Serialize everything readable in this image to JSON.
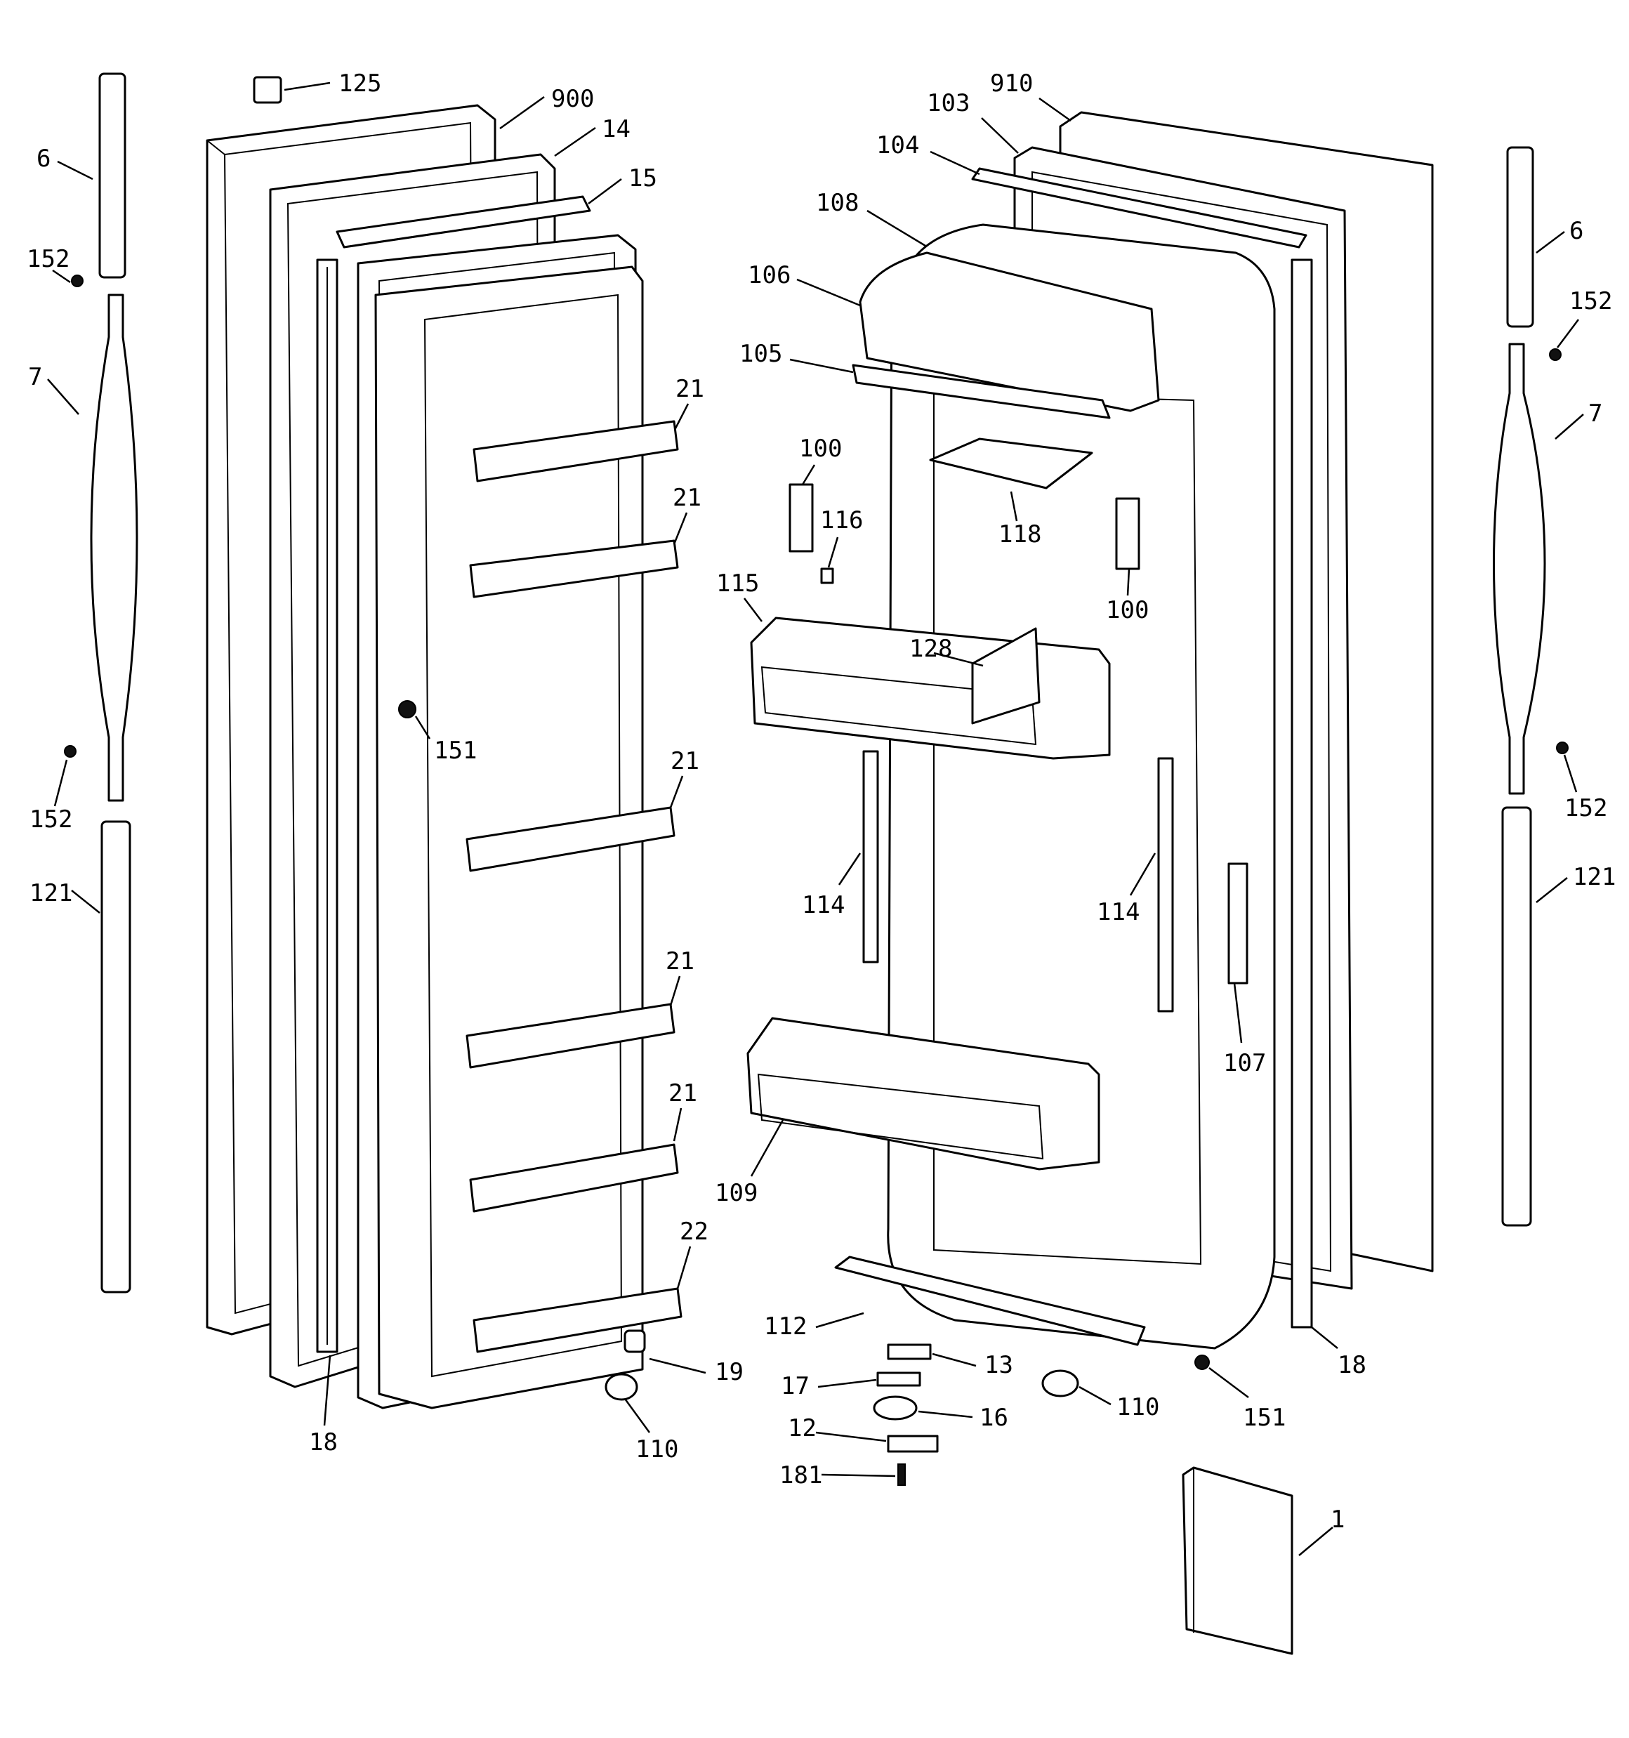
{
  "callouts": [
    {
      "id": "125",
      "label": "125"
    },
    {
      "id": "900",
      "label": "900"
    },
    {
      "id": "14",
      "label": "14"
    },
    {
      "id": "15",
      "label": "15"
    },
    {
      "id": "6-left",
      "label": "6"
    },
    {
      "id": "152-left-top",
      "label": "152"
    },
    {
      "id": "7-left",
      "label": "7"
    },
    {
      "id": "21-1",
      "label": "21"
    },
    {
      "id": "21-2",
      "label": "21"
    },
    {
      "id": "151-left",
      "label": "151"
    },
    {
      "id": "21-3",
      "label": "21"
    },
    {
      "id": "152-left-bottom",
      "label": "152"
    },
    {
      "id": "121-left",
      "label": "121"
    },
    {
      "id": "21-4",
      "label": "21"
    },
    {
      "id": "21-5",
      "label": "21"
    },
    {
      "id": "22",
      "label": "22"
    },
    {
      "id": "19",
      "label": "19"
    },
    {
      "id": "18-left",
      "label": "18"
    },
    {
      "id": "110-left",
      "label": "110"
    },
    {
      "id": "910",
      "label": "910"
    },
    {
      "id": "103",
      "label": "103"
    },
    {
      "id": "104",
      "label": "104"
    },
    {
      "id": "108",
      "label": "108"
    },
    {
      "id": "106",
      "label": "106"
    },
    {
      "id": "105",
      "label": "105"
    },
    {
      "id": "100-left",
      "label": "100"
    },
    {
      "id": "116",
      "label": "116"
    },
    {
      "id": "118",
      "label": "118"
    },
    {
      "id": "100-right",
      "label": "100"
    },
    {
      "id": "115",
      "label": "115"
    },
    {
      "id": "128",
      "label": "128"
    },
    {
      "id": "114-left",
      "label": "114"
    },
    {
      "id": "114-right",
      "label": "114"
    },
    {
      "id": "107",
      "label": "107"
    },
    {
      "id": "109",
      "label": "109"
    },
    {
      "id": "112",
      "label": "112"
    },
    {
      "id": "13",
      "label": "13"
    },
    {
      "id": "17",
      "label": "17"
    },
    {
      "id": "16",
      "label": "16"
    },
    {
      "id": "12",
      "label": "12"
    },
    {
      "id": "181",
      "label": "181"
    },
    {
      "id": "110-right",
      "label": "110"
    },
    {
      "id": "151-right",
      "label": "151"
    },
    {
      "id": "18-right",
      "label": "18"
    },
    {
      "id": "6-right",
      "label": "6"
    },
    {
      "id": "152-right-top",
      "label": "152"
    },
    {
      "id": "7-right",
      "label": "7"
    },
    {
      "id": "152-right-bottom",
      "label": "152"
    },
    {
      "id": "121-right",
      "label": "121"
    },
    {
      "id": "1",
      "label": "1"
    }
  ]
}
